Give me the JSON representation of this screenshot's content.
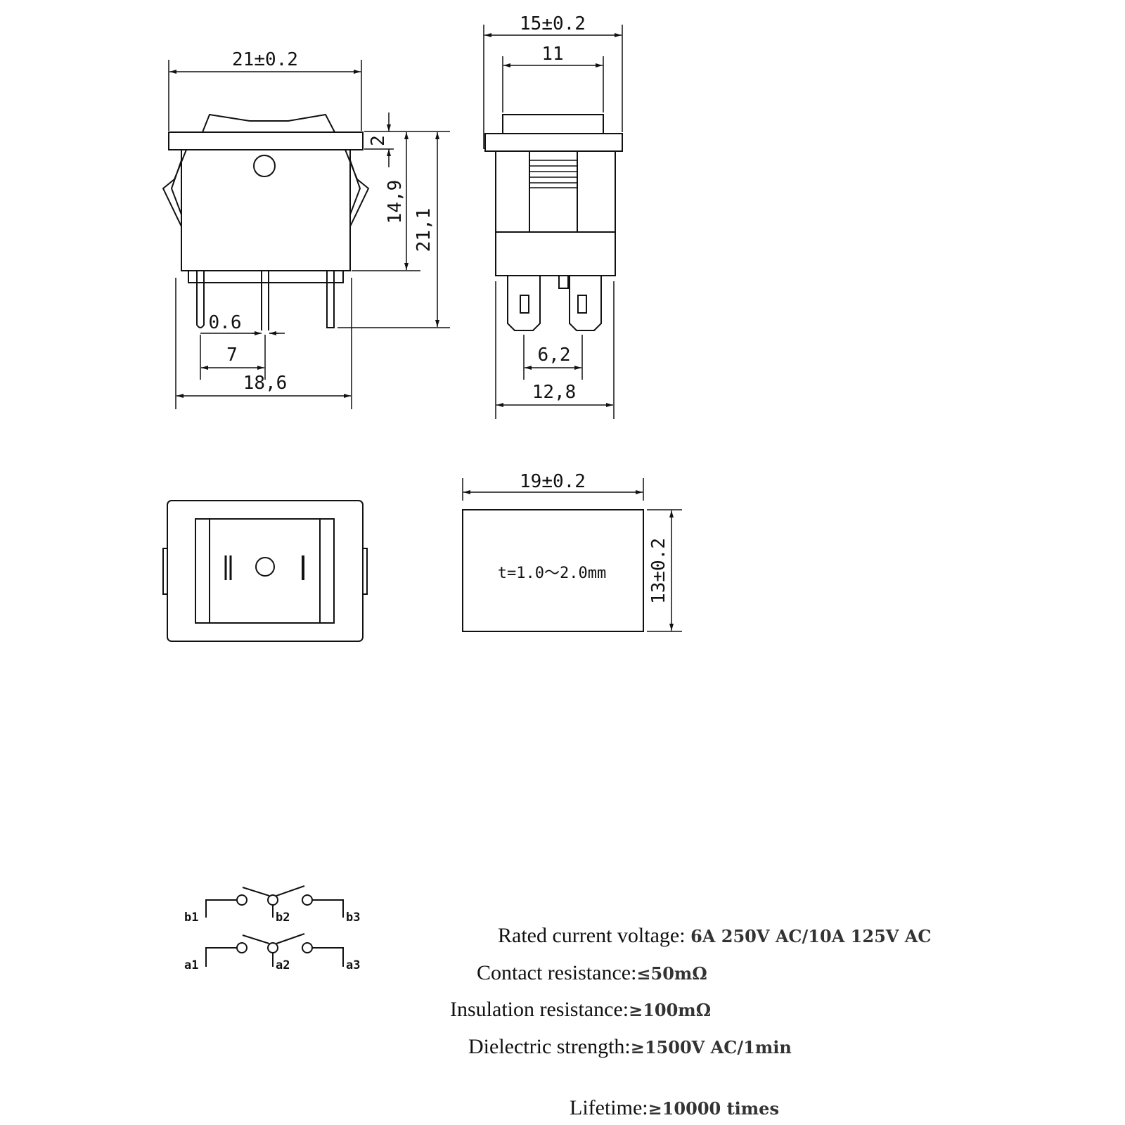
{
  "front_view": {
    "width_label": "21±0.2",
    "flange_label": "2",
    "body_height_label": "14,9",
    "total_height_label": "21,1",
    "pin_width_label": "0.6",
    "pin_pitch_label": "7",
    "pin_span_label": "18,6"
  },
  "side_view": {
    "width_label": "15±0.2",
    "rocker_label": "11",
    "terminal_pitch_label": "6,2",
    "terminal_span_label": "12,8"
  },
  "top_view": {
    "symbols": [
      "II",
      "O",
      "I"
    ]
  },
  "panel_cutout": {
    "width_label": "19±0.2",
    "height_label": "13±0.2",
    "thickness_label": "t=1.0～2.0mm"
  },
  "schematic": {
    "row_b": [
      "b1",
      "b2",
      "b3"
    ],
    "row_a": [
      "a1",
      "a2",
      "a3"
    ]
  },
  "specs": [
    {
      "label": "Rated current voltage: ",
      "value": "6A 250V AC/10A 125V AC"
    },
    {
      "label": "Contact resistance:",
      "value": "≤50mΩ"
    },
    {
      "label": "Insulation resistance:",
      "value": "≥100mΩ"
    },
    {
      "label": "Dielectric strength:",
      "value": "≥1500V AC/1min"
    },
    {
      "label": "Lifetime:",
      "value": "≥10000 times"
    }
  ]
}
